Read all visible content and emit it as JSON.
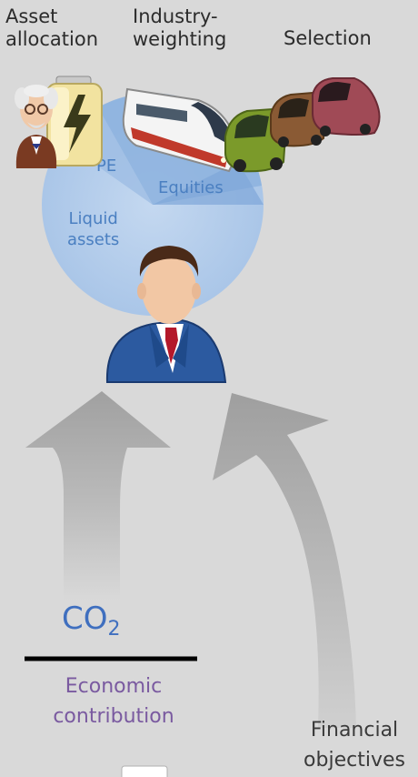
{
  "headers": {
    "asset_allocation": [
      "Asset",
      "allocation"
    ],
    "industry_weighting": [
      "Industry-",
      "weighting"
    ],
    "selection": "Selection"
  },
  "pie": {
    "pe_label": "PE",
    "equities_label": "Equities",
    "liquid_label": [
      "Liquid",
      "assets"
    ]
  },
  "co2": {
    "base": "CO",
    "subscript": "2"
  },
  "economic_contribution": [
    "Economic",
    "contribution"
  ],
  "financial_objectives": [
    "Financial",
    "objectives"
  ],
  "colors": {
    "background": "#d9d9d9",
    "pie": "#b4cdea",
    "pie_dark": "#8fb2dc",
    "arrow": "#a6a6a6",
    "co2_text": "#3f6fbf",
    "econ_text": "#7a5aa0"
  },
  "icons": [
    "scientist-icon",
    "battery-icon",
    "train-icon",
    "green-car-icon",
    "brown-car-icon",
    "red-car-icon",
    "businessman-icon",
    "document-icon"
  ]
}
